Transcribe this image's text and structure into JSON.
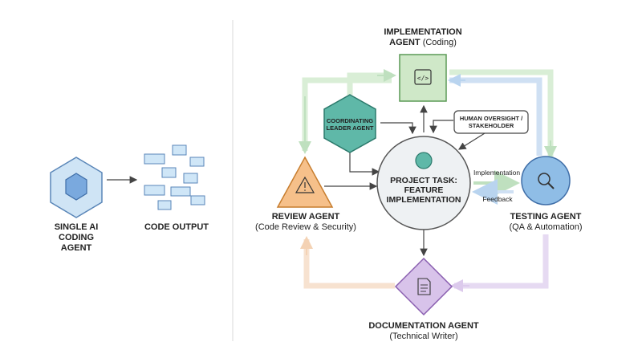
{
  "left_panel": {
    "single_agent_label": [
      "SINGLE AI",
      "CODING AGENT"
    ],
    "code_output_label": "CODE OUTPUT"
  },
  "implementation": {
    "title": "IMPLEMENTATION",
    "title2": "AGENT",
    "subtitle": "(Coding)"
  },
  "coordinating": {
    "line1": "COORDINATING",
    "line2": "LEADER AGENT"
  },
  "human": {
    "line1": "HUMAN OVERSIGHT /",
    "line2": "STAKEHOLDER"
  },
  "project": {
    "line1": "PROJECT TASK:",
    "line2": "FEATURE",
    "line3": "IMPLEMENTATION"
  },
  "review": {
    "title": "REVIEW AGENT",
    "subtitle": "(Code Review & Security)"
  },
  "testing": {
    "title": "TESTING AGENT",
    "subtitle": "(QA & Automation)"
  },
  "documentation": {
    "title": "DOCUMENTATION AGENT",
    "subtitle": "(Technical Writer)"
  },
  "flow_labels": {
    "implementation": "Implementation",
    "feedback": "Feedback"
  },
  "colors": {
    "green": "#cfe8c8",
    "teal": "#5fb8a8",
    "orange": "#f6c08a",
    "blue": "#8fbde6",
    "purple": "#d8c3ea",
    "light_blue": "#c9e3f5"
  }
}
